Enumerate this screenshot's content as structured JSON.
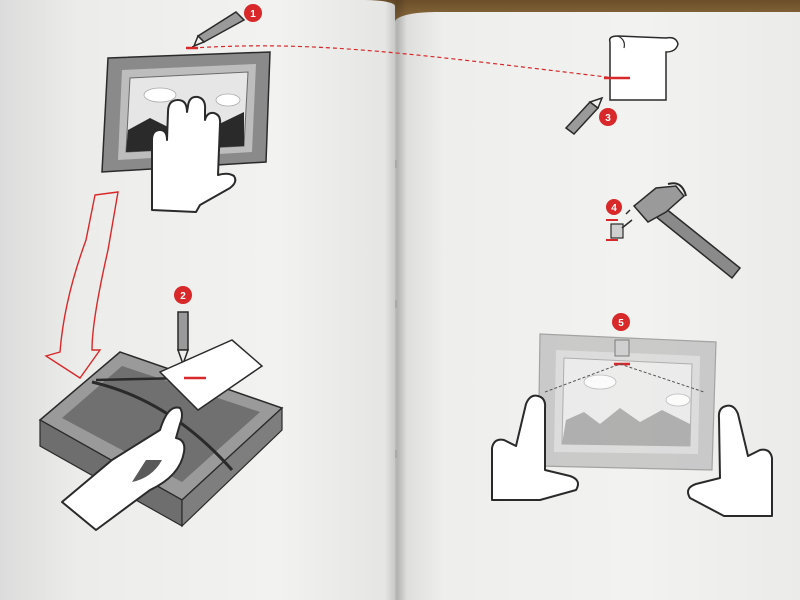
{
  "steps": [
    {
      "number": "1"
    },
    {
      "number": "2"
    },
    {
      "number": "3"
    },
    {
      "number": "4"
    },
    {
      "number": "5"
    }
  ],
  "colors": {
    "accent_red": "#d8282a",
    "ink": "#2a2a2a",
    "frame_gray": "#9a9a9a",
    "paper": "#f0f0ee"
  },
  "icons": [
    "pencil-icon",
    "hand-icon",
    "hammer-icon",
    "nail-icon",
    "picture-frame-icon",
    "paper-note-icon",
    "arrow-icon"
  ]
}
